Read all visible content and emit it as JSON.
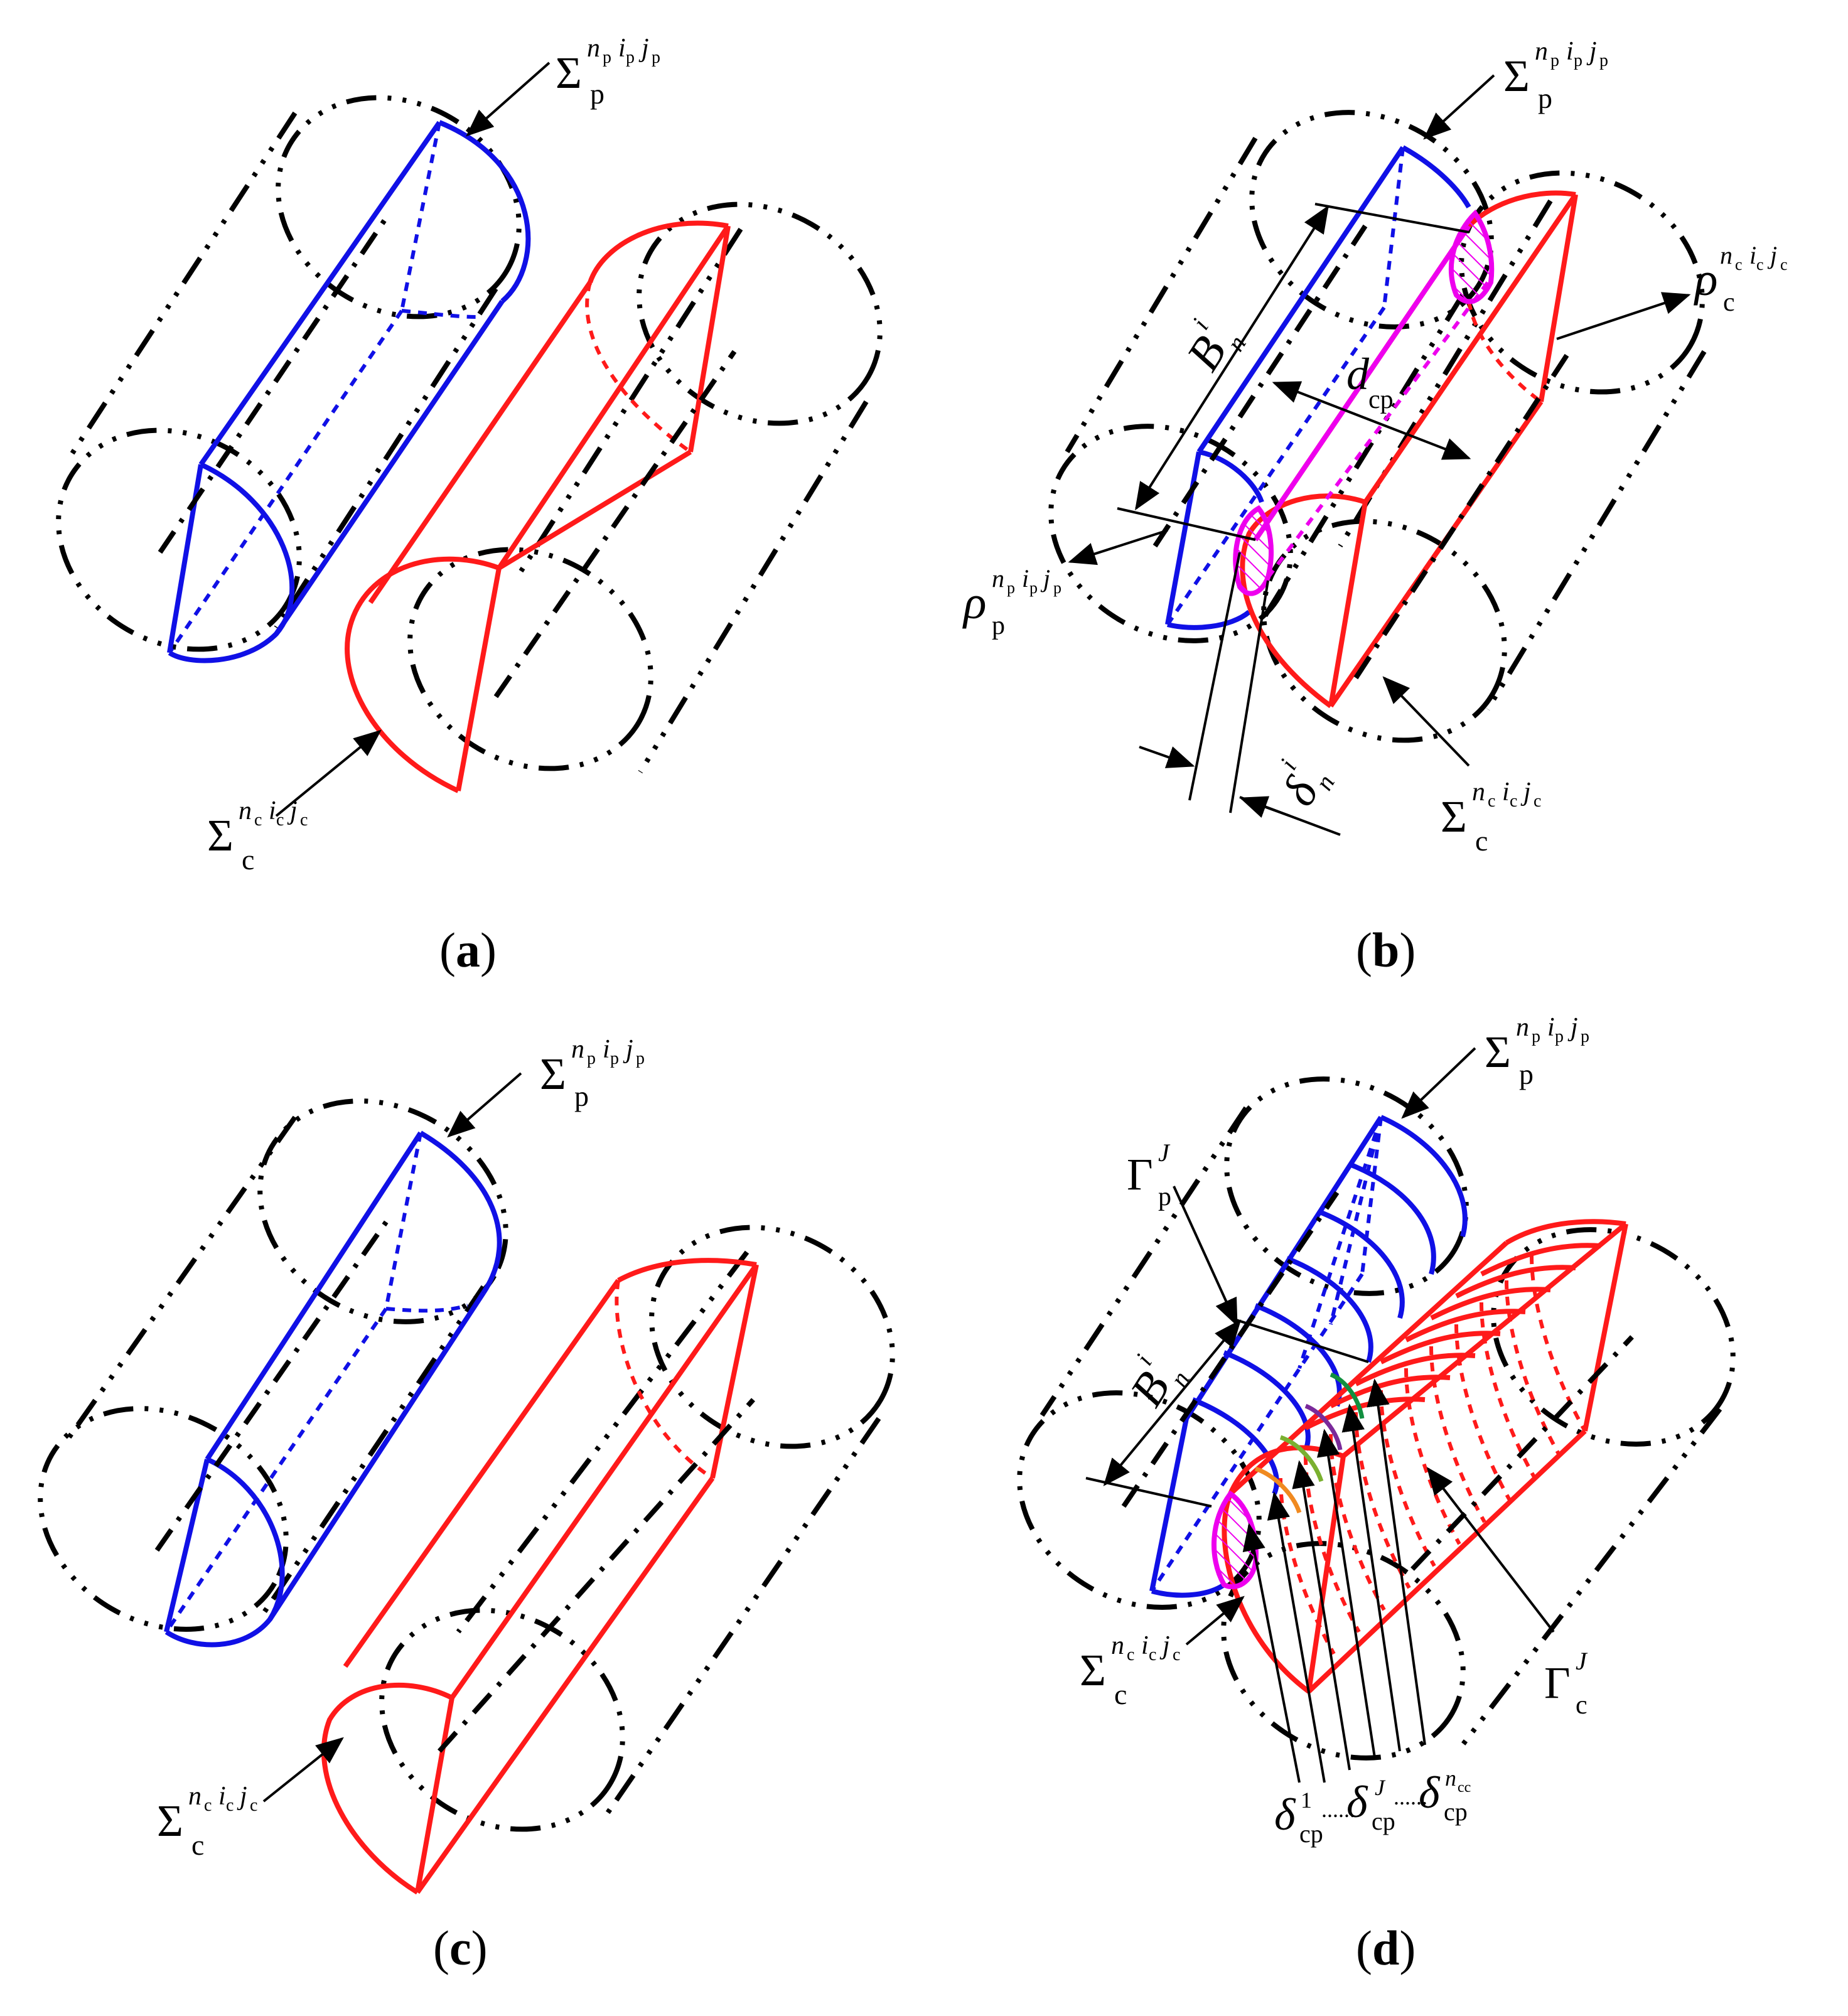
{
  "colors": {
    "part_a_edge": "#1010e6",
    "part_b_edge": "#ff1a1a",
    "overlap": "#ee00ee",
    "outline": "#000000",
    "contact_1": "#f08a20",
    "contact_2": "#7ab030",
    "contact_3": "#7a2a9a",
    "contact_4": "#129040"
  },
  "symbols": {
    "sigma": "Σ",
    "rho": "ρ",
    "delta": "δ",
    "gamma": "Γ",
    "B": "B",
    "d": "d",
    "p": "p",
    "c": "c",
    "cp": "cp",
    "n": "n",
    "i": "i",
    "J": "J",
    "one": "1",
    "ncc": "n",
    "ncc_sub": "cc",
    "dots": "......",
    "np": "n",
    "ip": "i",
    "jp": "j",
    "nc": "n",
    "ic": "i",
    "jc": "j"
  },
  "captions": {
    "a": {
      "open": "(",
      "letter": "a",
      "close": ")"
    },
    "b": {
      "open": "(",
      "letter": "b",
      "close": ")"
    },
    "c": {
      "open": "(",
      "letter": "c",
      "close": ")"
    },
    "d": {
      "open": "(",
      "letter": "d",
      "close": ")"
    }
  }
}
